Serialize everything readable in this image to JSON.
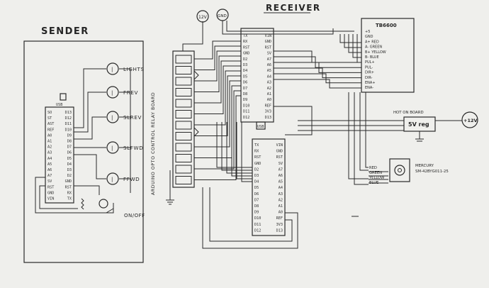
{
  "titles": {
    "sender": "SENDER",
    "receiver": "RECEIVER"
  },
  "sender": {
    "board_label": "USB",
    "pins_left": [
      "SO",
      "ST",
      "AST",
      "REF",
      "A0",
      "A1",
      "A2",
      "A3",
      "A4",
      "A5",
      "A6",
      "A7",
      "SV",
      "RST",
      "GND",
      "VIN"
    ],
    "pins_right": [
      "D13",
      "D12",
      "D11",
      "D10",
      "D9",
      "D8",
      "D7",
      "D6",
      "D5",
      "D4",
      "D3",
      "D2",
      "GND",
      "RST",
      "RX",
      "TX"
    ],
    "switches": [
      "LIGHTS",
      "FREV",
      "SLREV",
      "SLFWD",
      "FFWD"
    ],
    "onoff_label": "ON/OFF"
  },
  "relay_board_label": "ARDUINO OPTO CONTROL RELAY BOARD",
  "supply": {
    "v12": "12V",
    "gnd": "GND"
  },
  "receiver": {
    "board_top_pins_left": [
      "TX",
      "RX",
      "RST",
      "GND",
      "D2",
      "D3",
      "D4",
      "D5",
      "D6",
      "D7",
      "D8",
      "D9",
      "D10",
      "D11",
      "D12"
    ],
    "board_top_pins_right": [
      "VIN",
      "GND",
      "RST",
      "SV",
      "A7",
      "A6",
      "A5",
      "A4",
      "A3",
      "A2",
      "A1",
      "A0",
      "REF",
      "3V3",
      "D13"
    ],
    "board_top_usb": "USB",
    "board_bottom_pins_left": [
      "TX",
      "RX",
      "RST",
      "GND",
      "D2",
      "D3",
      "D4",
      "D5",
      "D6",
      "D7",
      "D8",
      "D9",
      "D10",
      "D11",
      "D12"
    ],
    "board_bottom_pins_right": [
      "VIN",
      "GND",
      "RST",
      "SV",
      "A7",
      "A6",
      "A5",
      "A4",
      "A3",
      "A2",
      "A1",
      "A0",
      "REF",
      "3V3",
      "D13"
    ]
  },
  "driver": {
    "name": "TB6600",
    "pins": [
      "+5",
      "GND",
      "A+ RED",
      "A- GREEN",
      "B+ YELLOW",
      "B- BLUE",
      "PUL+",
      "PUL-",
      "DIR+",
      "DIR-",
      "ENA+",
      "ENA-"
    ]
  },
  "regulator": {
    "note": "HOT ON BOARD",
    "label": "5V reg",
    "supply": "+12V"
  },
  "motor": {
    "brand": "MERCURY",
    "model": "SM-42BYG011-25",
    "wires": [
      "RED",
      "GREEN",
      "YELLOW",
      "BLUE"
    ]
  }
}
